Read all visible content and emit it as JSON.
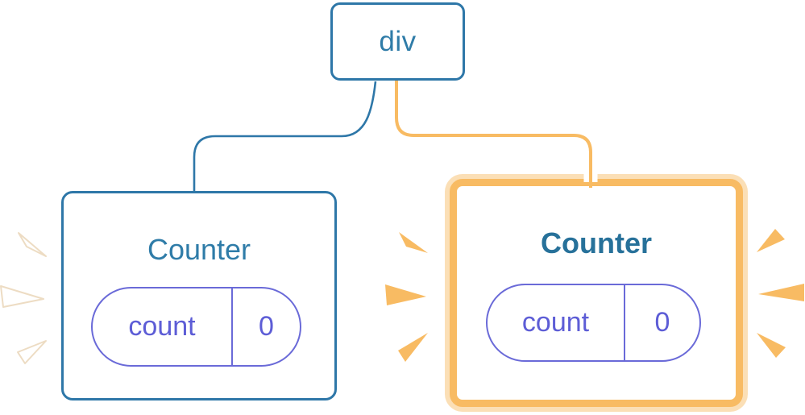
{
  "diagram": {
    "description": "React component tree: a div root with two Counter children; the second Counter is highlighted as re-rendered",
    "root": {
      "label": "div"
    },
    "children": [
      {
        "label": "Counter",
        "state": {
          "key": "count",
          "value": "0"
        },
        "highlighted": false
      },
      {
        "label": "Counter",
        "state": {
          "key": "count",
          "value": "0"
        },
        "highlighted": true
      }
    ],
    "colors": {
      "node_border_blue": "#2e77a8",
      "node_text_blue": "#2f7ca8",
      "highlighted_title_blue": "#27719a",
      "state_purple": "#6a6ad8",
      "highlight_orange": "#f8bb63",
      "highlight_orange_light": "#fbdfb6",
      "inactive_burst_fill": "#ffffff",
      "inactive_burst_edge": "#eddcc3"
    },
    "bursts": {
      "inactive_side_count": 3,
      "active_side_count": 6,
      "inactive_color": "#ffffff",
      "active_color": "#f8bb63"
    }
  }
}
